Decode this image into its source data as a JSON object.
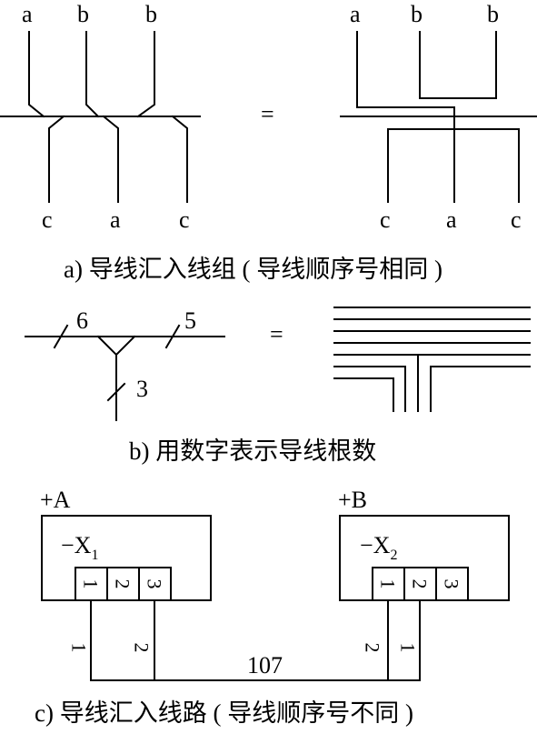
{
  "section_a": {
    "left_top_labels": [
      "a",
      "b",
      "b"
    ],
    "left_bottom_labels": [
      "c",
      "a",
      "c"
    ],
    "equals": "=",
    "right_top_labels": [
      "a",
      "b",
      "b"
    ],
    "right_bottom_labels": [
      "c",
      "a",
      "c"
    ],
    "caption": "a) 导线汇入线组 ( 导线顺序号相同 )"
  },
  "section_b": {
    "count_left": "6",
    "count_right": "5",
    "count_branch": "3",
    "equals": "=",
    "caption": "b) 用数字表示导线根数"
  },
  "section_c": {
    "box_left_label": "+A",
    "box_right_label": "+B",
    "terminal_left_name": "−X",
    "terminal_left_sub": "1",
    "terminal_right_name": "−X",
    "terminal_right_sub": "2",
    "terminals": [
      "1",
      "2",
      "3"
    ],
    "wire_left_1": "1",
    "wire_left_2": "2",
    "wire_right_2": "2",
    "wire_right_1": "1",
    "line_number": "107",
    "caption": "c) 导线汇入线路 ( 导线顺序号不同 )"
  }
}
